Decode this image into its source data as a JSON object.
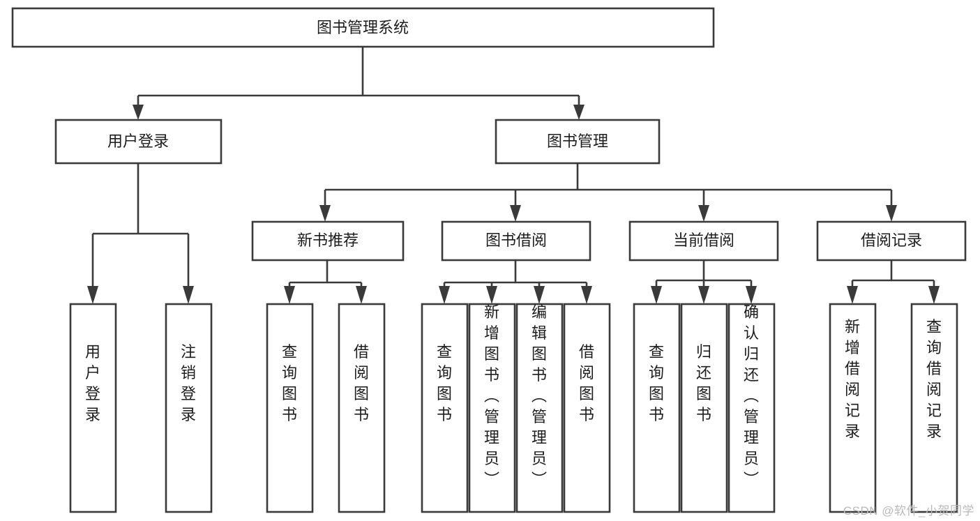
{
  "diagram": {
    "type": "tree-hierarchy",
    "title": "图书管理系统",
    "watermark": "CSDN @软件_小贺同学",
    "colors": {
      "stroke": "#3a3a3a",
      "fill": "#ffffff",
      "text": "#1d1d1d",
      "watermark": "#b9b9b9"
    },
    "root": {
      "label": "图书管理系统",
      "orientation": "horizontal"
    },
    "level1": [
      {
        "label": "用户登录",
        "orientation": "horizontal"
      },
      {
        "label": "图书管理",
        "orientation": "horizontal"
      }
    ],
    "level2": [
      {
        "label": "新书推荐",
        "orientation": "horizontal"
      },
      {
        "label": "图书借阅",
        "orientation": "horizontal"
      },
      {
        "label": "当前借阅",
        "orientation": "horizontal"
      },
      {
        "label": "借阅记录",
        "orientation": "horizontal"
      }
    ],
    "leaves": {
      "user_login": [
        {
          "label": "用户登录",
          "orientation": "vertical"
        },
        {
          "label": "注销登录",
          "orientation": "vertical"
        }
      ],
      "new_book_recommend": [
        {
          "label": "查询图书",
          "orientation": "vertical"
        },
        {
          "label": "借阅图书",
          "orientation": "vertical"
        }
      ],
      "book_borrow": [
        {
          "label": "查询图书",
          "orientation": "vertical"
        },
        {
          "label": "新增图书（管理员）",
          "orientation": "vertical"
        },
        {
          "label": "编辑图书（管理员）",
          "orientation": "vertical"
        },
        {
          "label": "借阅图书",
          "orientation": "vertical"
        }
      ],
      "current_borrow": [
        {
          "label": "查询图书",
          "orientation": "vertical"
        },
        {
          "label": "归还图书",
          "orientation": "vertical"
        },
        {
          "label": "确认归还（管理员）",
          "orientation": "vertical"
        }
      ],
      "borrow_record": [
        {
          "label": "新增借阅记录",
          "orientation": "vertical"
        },
        {
          "label": "查询借阅记录",
          "orientation": "vertical"
        }
      ]
    }
  }
}
